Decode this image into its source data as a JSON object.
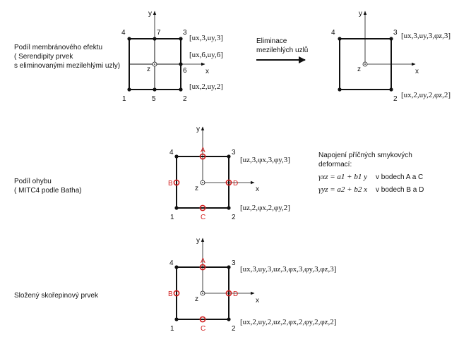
{
  "panel1": {
    "label_lines": [
      "Podíl membránového efektu",
      "( Serendipity prvek",
      "s eliminovanými mezilehlými uzly)"
    ],
    "dof_3": "[ux,3,uy,3]",
    "dof_6": "[ux,6,uy,6]",
    "dof_2": "[ux,2,uy,2]",
    "nodes": {
      "n1": "1",
      "n2": "2",
      "n3": "3",
      "n4": "4",
      "n5": "5",
      "n6": "6",
      "n7": "7"
    },
    "axis": {
      "x": "x",
      "y": "y",
      "z": "z"
    }
  },
  "arrow": {
    "label_lines": [
      "Eliminace",
      "mezilehlých uzlů"
    ]
  },
  "panel1b": {
    "dof_3": "[ux,3,uy,3,φz,3]",
    "dof_2": "[ux,2,uy,2,φz,2]",
    "nodes": {
      "n2": "2",
      "n3": "3",
      "n4": "4"
    },
    "axis": {
      "x": "x",
      "y": "y",
      "z": "z"
    }
  },
  "panel2": {
    "label_lines": [
      "Podíl ohybu",
      "( MITC4 podle Batha)"
    ],
    "dof_3": "[uz,3,φx,3,φy,3]",
    "dof_2": "[uz,2,φx,2,φy,2]",
    "nodes": {
      "n1": "1",
      "n2": "2",
      "n3": "3",
      "n4": "4",
      "A": "A",
      "B": "B",
      "C": "C",
      "D": "D"
    },
    "axis": {
      "x": "x",
      "y": "y",
      "z": "z"
    },
    "shear": {
      "title_lines": [
        "Napojení příčných smykových",
        "deformací:"
      ],
      "eq1": "γxz = a1 + b1 y",
      "eq1_note": "v bodech A a C",
      "eq2": "γyz = a2 + b2 x",
      "eq2_note": "v bodech B a D"
    }
  },
  "panel3": {
    "label": "Složený skořepinový prvek",
    "dof_3": "[ux,3,uy,3,uz,3,φx,3,φy,3,φz,3]",
    "dof_2": "[ux,2,uy,2,uz,2,φx,2,φy,2,φz,2]",
    "nodes": {
      "n1": "1",
      "n2": "2",
      "n3": "3",
      "n4": "4",
      "A": "A",
      "B": "B",
      "C": "C",
      "D": "D"
    },
    "axis": {
      "x": "x",
      "y": "y",
      "z": "z"
    }
  },
  "colors": {
    "line": "#111111",
    "red": "#d21f1f"
  }
}
